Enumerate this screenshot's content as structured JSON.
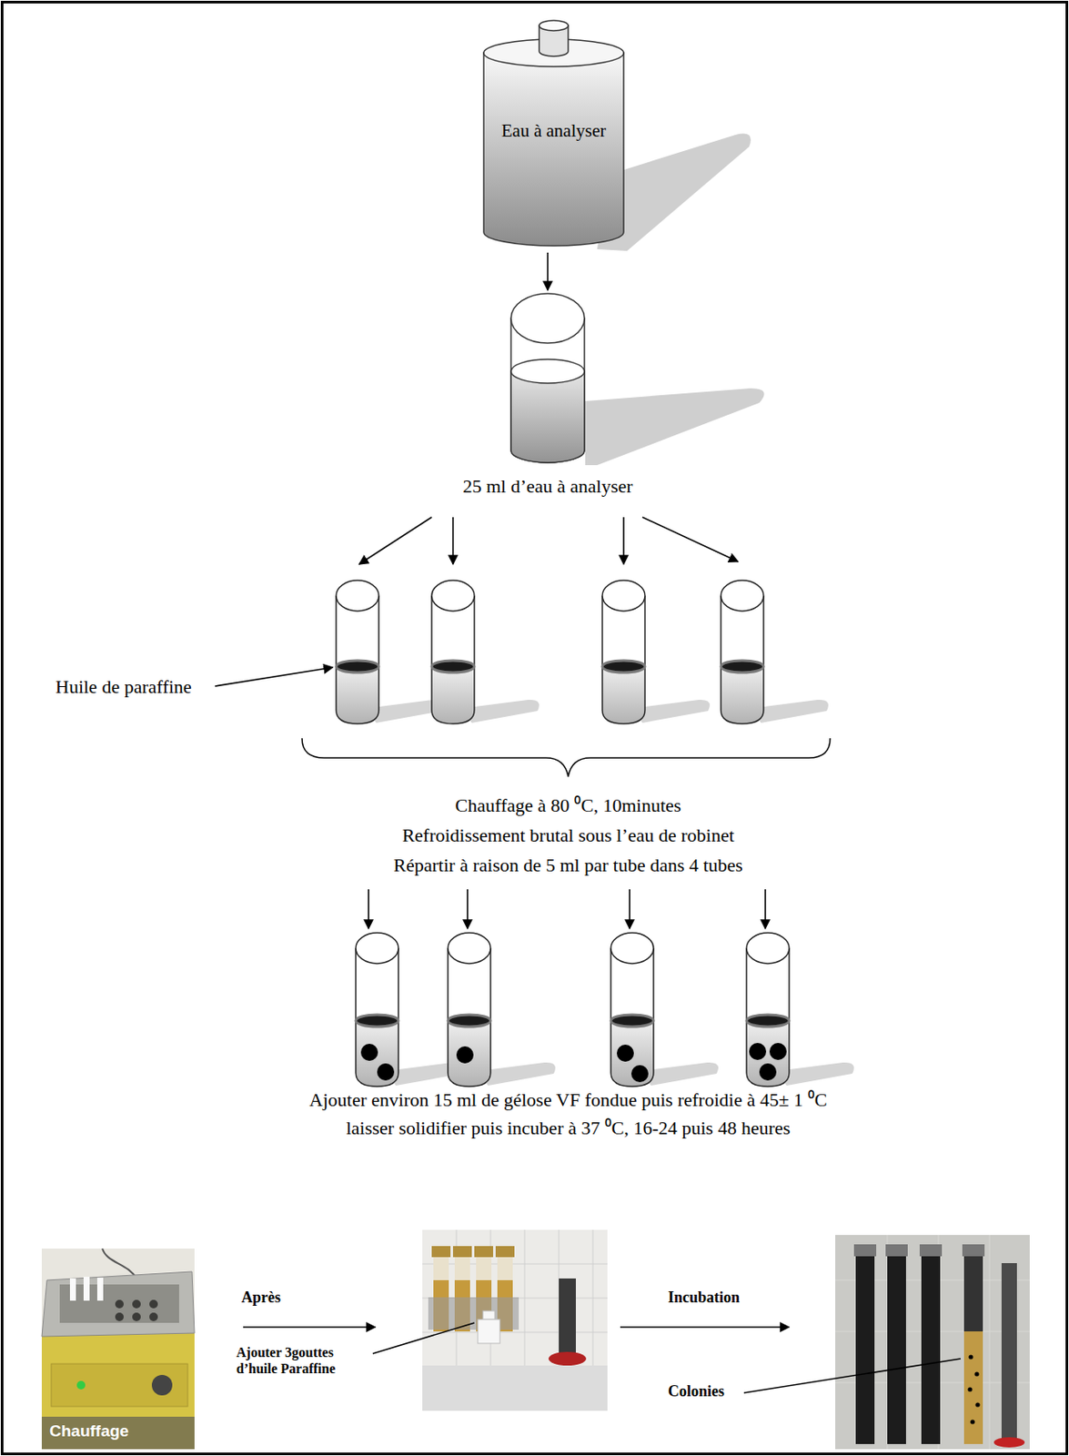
{
  "diagram": {
    "nodes": [
      {
        "text": [
          "Eau à analyser"
        ]
      },
      {
        "text": [
          "25 ml d’eau à analyser"
        ]
      }
    ],
    "edges": [
      {
        "from": 0,
        "to": 1,
        "arrow": "to"
      }
    ],
    "labels": [
      "Huile de paraffine",
      "Chauffage à 80 ⁰C, 10minutes",
      "Refroidissement brutal sous l’eau de robinet",
      "Répartir à raison de 5 ml par tube dans 4 tubes",
      "Ajouter environ 15 ml de gélose VF fondue puis refroidie à 45± 1 ⁰C",
      "laisser solidifier puis incuber à 37 ⁰C, 16-24 puis 48 heures",
      "Après",
      "Incubation",
      "Ajouter 3gouttes d’huile Paraffine",
      "Colonies",
      "Chauffage"
    ]
  }
}
